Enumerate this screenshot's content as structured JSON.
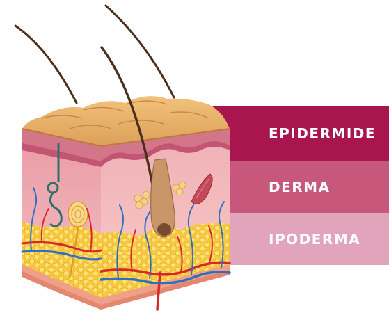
{
  "layers": {
    "epidermis": {
      "label": "EPIDERMIDE",
      "color": "#a8154f"
    },
    "dermis": {
      "label": "DERMA",
      "color": "#c8577c"
    },
    "hypodermis": {
      "label": "IPODERMA",
      "color": "#e1a4bb"
    }
  },
  "skin_colors": {
    "surface": "#e9b266",
    "epidermis_pink": "#d4768a",
    "dermis_pink": "#f2b3b8",
    "fat": "#f7c93f",
    "hair": "#4a2f1e",
    "artery": "#d9282a",
    "vein": "#2f6fc2"
  }
}
